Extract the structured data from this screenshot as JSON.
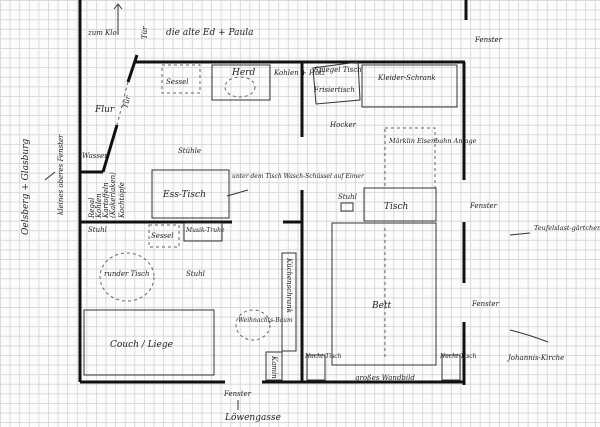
{
  "labels": {
    "to_toilet": "zum Klo",
    "door_top": "Tür",
    "neighbours": "die alte Ed + Paula",
    "hallway": "Flur",
    "door_hall": "Tür",
    "water": "Wasser",
    "direction_left": "Oelsberg + Glasburg",
    "small_window": "kleines oberes Fenster",
    "shelf": "Regal",
    "shelf_items": [
      "Kohlen",
      "Kartoffeln",
      "(Kakerlaken)",
      "Kochtöpfe"
    ],
    "armchair_top": "Sessel",
    "stove": "Herd",
    "coal": "Kohlen + Holz",
    "mirror_table": "Spiegel Tisch",
    "dressing_table": "Frisiertisch",
    "stool": "Hocker",
    "wardrobe": "Kleider-Schrank",
    "chairs": "Stühle",
    "dining_table": "Ess-Tisch",
    "under_table_note": "unter dem Tisch Wasch-Schüssel auf Eimer",
    "fairytale": "Märklin Eisenbahn Anlage",
    "chair_right": "Stuhl",
    "table": "Tisch",
    "window_right_1": "Fenster",
    "window_right_2": "Fenster",
    "window_right_top": "Fenster",
    "direction_right_1": "Teufelslast-gärtchen und Seilerweg",
    "direction_right_2": "Johannis-Kirche",
    "chair_left": "Stuhl",
    "armchair": "Sessel",
    "music_chest": "Musik-Truhe",
    "round_table": "runder Tisch",
    "chair_mid": "Stuhl",
    "kitchen_cupboard": "Küchenschrank",
    "christmas_tree": "Weihnachts-Baum",
    "fireplace": "Kamin",
    "nightstand_left": "Nacht-Tisch",
    "nightstand_right": "Nacht-Tisch",
    "bed": "Bett",
    "big_picture": "großes Wandbild",
    "couch": "Couch / Liege",
    "window_bottom": "Fenster",
    "street": "Löwengasse"
  }
}
